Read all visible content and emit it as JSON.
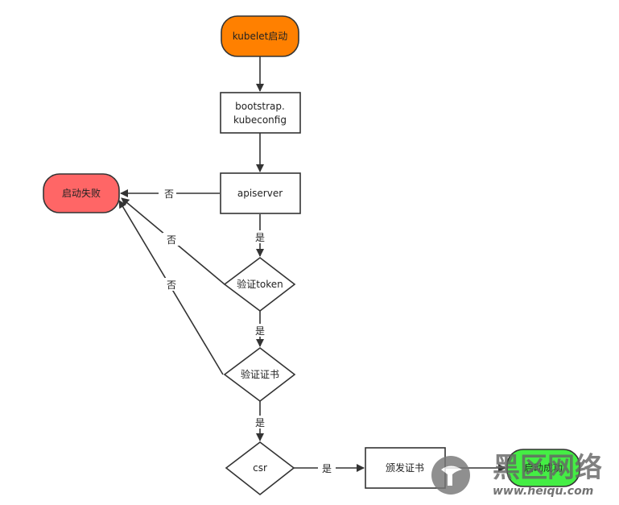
{
  "nodes": {
    "start": {
      "label": "kubelet启动",
      "fill": "#ff8000"
    },
    "bootstrap": {
      "label_line1": "bootstrap.",
      "label_line2": "kubeconfig"
    },
    "apiserver": {
      "label": "apiserver"
    },
    "verify_token": {
      "label": "验证token"
    },
    "verify_cert": {
      "label": "验证证书"
    },
    "csr": {
      "label": "csr"
    },
    "issue_cert": {
      "label": "颁发证书"
    },
    "fail": {
      "label": "启动失败",
      "fill": "#ff6666"
    },
    "success": {
      "label": "启动成功",
      "fill": "#44ee44"
    }
  },
  "edges": {
    "yes": "是",
    "no": "否"
  },
  "watermark": {
    "title": "黑区网络",
    "url": "www.heiqu.com"
  },
  "colors": {
    "stroke": "#333333",
    "arrow": "#333333"
  }
}
